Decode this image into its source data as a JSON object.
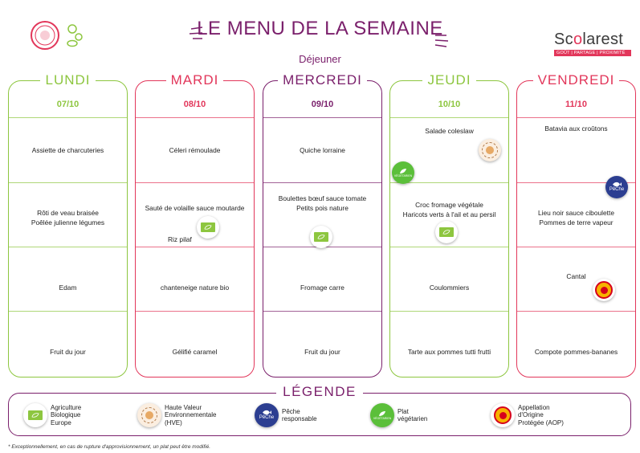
{
  "header": {
    "title": "LE MENU DE LA SEMAINE",
    "subtitle": "Déjeuner",
    "brand_name_start": "Sc",
    "brand_name_o": "o",
    "brand_name_end": "larest",
    "brand_tagline": "GOÛT | PARTAGE | PROXIMITÉ"
  },
  "colors": {
    "green": "#8dc63f",
    "pink": "#e2365a",
    "purple": "#7a1f6b"
  },
  "days": [
    {
      "name": "LUNDI",
      "date": "07/10",
      "color": "green",
      "dishes": [
        "Assiette de charcuteries",
        "Rôti de veau braisée\nPoêlée julienne légumes",
        "Edam",
        "Fruit du jour"
      ]
    },
    {
      "name": "MARDI",
      "date": "08/10",
      "color": "pink",
      "dishes": [
        "Céleri rémoulade",
        "Sauté de volaille sauce moutarde",
        "chanteneige nature bio",
        "Gélifié caramel"
      ],
      "extra": "Riz pilaf"
    },
    {
      "name": "MERCREDI",
      "date": "09/10",
      "color": "purple",
      "dishes": [
        "Quiche lorraine",
        "Boulettes bœuf sauce tomate\nPetits pois nature",
        "Fromage carre",
        "Fruit du jour"
      ]
    },
    {
      "name": "JEUDI",
      "date": "10/10",
      "color": "green",
      "dishes": [
        "Salade coleslaw",
        "Croc fromage végétale\nHaricots verts à l'ail et au persil",
        "Coulommiers",
        "Tarte aux pommes tutti frutti"
      ]
    },
    {
      "name": "VENDREDI",
      "date": "11/10",
      "color": "pink",
      "dishes": [
        "Batavia aux croûtons",
        "Lieu noir sauce ciboulette\nPommes de terre vapeur",
        "Cantal",
        "Compote pommes-bananes"
      ]
    }
  ],
  "legend": {
    "title": "LÉGENDE",
    "items": [
      {
        "icon": "eu-organic-icon",
        "label": "Agriculture\nBiologique\nEurope"
      },
      {
        "icon": "hve-icon",
        "label": "Haute Valeur\nEnvironnementale\n(HVE)"
      },
      {
        "icon": "peche-responsable-icon",
        "label": "Pêche\nresponsable"
      },
      {
        "icon": "vegetarian-icon",
        "label": "Plat\nvégétarien"
      },
      {
        "icon": "aop-icon",
        "label": "Appellation\nd'Origine\nProtégée (AOP)"
      }
    ]
  },
  "badges": {
    "vegetarian_text": "VÉGÉTARIEN",
    "peche_text": "PêChe"
  },
  "footnote": "* Exceptionnellement, en cas de rupture d'approvisionnement, un plat peut être modifié."
}
